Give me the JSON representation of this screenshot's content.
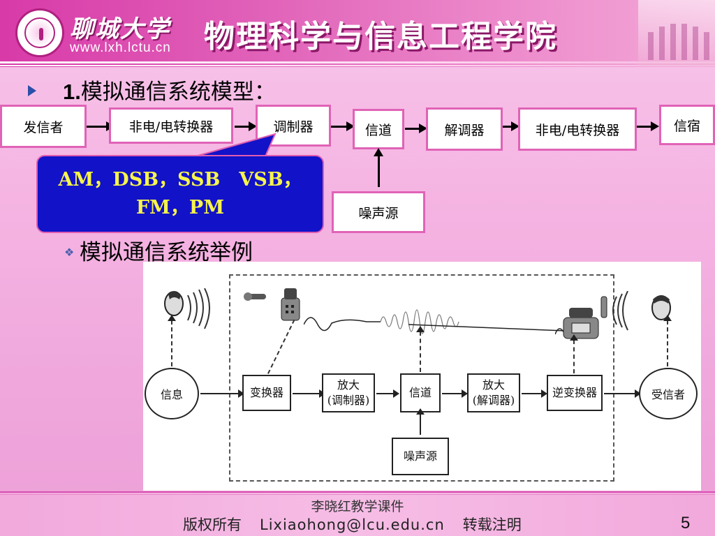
{
  "header": {
    "university_name": "聊城大学",
    "website": "www.lxh.lctu.cn",
    "college": "物理科学与信息工程学院"
  },
  "section1": {
    "number": "1.",
    "title": "模拟通信系统模型："
  },
  "model_diagram": {
    "boxes": [
      "发信者",
      "非电/电转换器",
      "调制器",
      "信道",
      "解调器",
      "非电/电转换器",
      "信宿"
    ],
    "noise_source": "噪声源",
    "callout_line1": "AM，DSB，SSB　VSB，",
    "callout_line2": "FM，PM"
  },
  "section2": {
    "bullet": "❖",
    "title": "模拟通信系统举例"
  },
  "example_diagram": {
    "source": "信息",
    "transducer": "变换器",
    "amp_mod_line1": "放大",
    "amp_mod_line2": "(调制器)",
    "channel": "信道",
    "amp_demod_line1": "放大",
    "amp_demod_line2": "(解调器)",
    "inverse_transducer": "逆变换器",
    "receiver": "受信者",
    "noise": "噪声源"
  },
  "footer": {
    "courseware": "李晓红教学课件",
    "copyright": "版权所有",
    "email": "Lixiaohong@lcu.edu.cn",
    "reprint": "转载注明",
    "page_number": "5"
  },
  "colors": {
    "header_magenta": "#d83aa8",
    "box_border": "#e063b6",
    "callout_bg": "#1212c8",
    "callout_text": "#f6f44a"
  }
}
